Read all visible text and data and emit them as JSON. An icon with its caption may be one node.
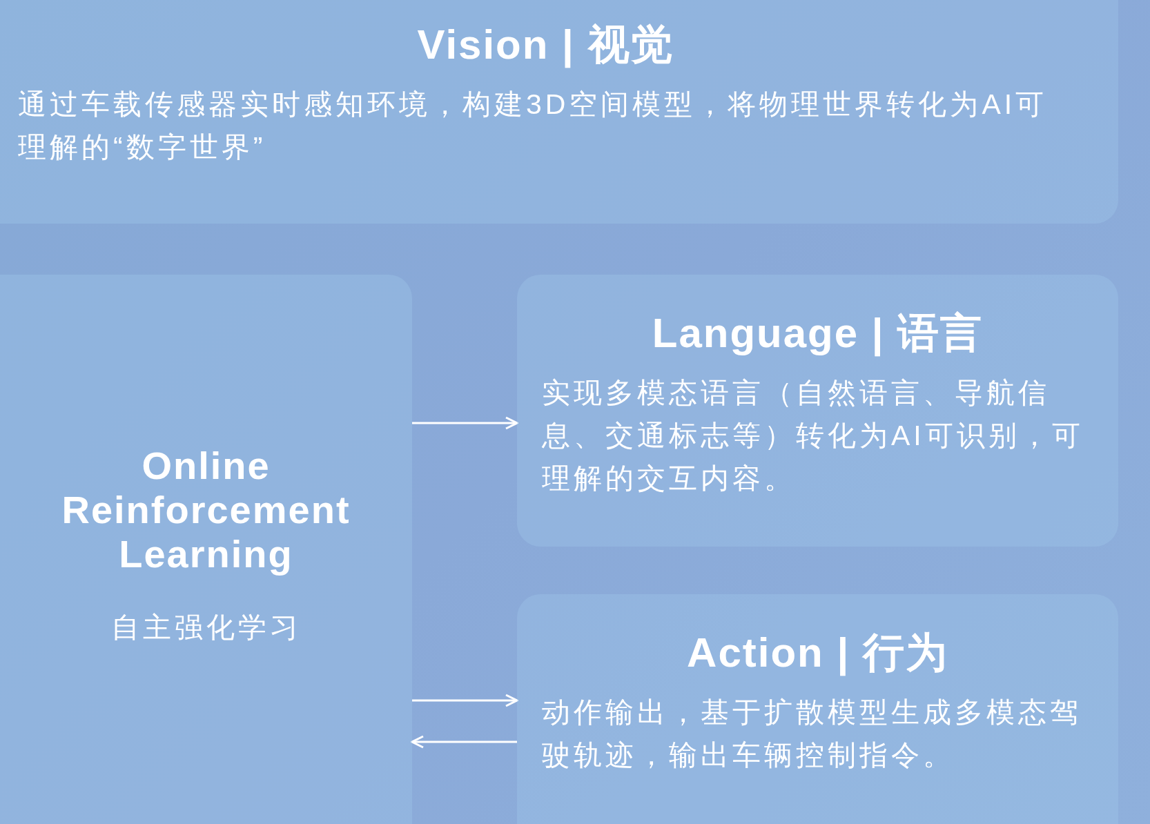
{
  "diagram": {
    "nodes": [
      {
        "text": [
          "Vision | 视觉",
          "通过车载传感器实时感知环境，构建3D空间模型，将物理世界转化为AI可理解的“数字世界”"
        ]
      },
      {
        "text": [
          "Online Reinforcement Learning",
          "自主强化学习"
        ]
      },
      {
        "text": [
          "Language | 语言",
          "实现多模态语言（自然语言、导航信息、交通标志等）转化为AI可识别，可理解的交互内容。"
        ]
      },
      {
        "text": [
          "Action | 行为",
          "动作输出，基于扩散模型生成多模态驾驶轨迹，输出车辆控制指令。"
        ]
      }
    ],
    "edges": [
      {
        "from": 1,
        "to": 2,
        "arrow": "to"
      },
      {
        "from": 1,
        "to": 3,
        "arrow": "to"
      },
      {
        "from": 3,
        "to": 1,
        "arrow": "to"
      }
    ]
  }
}
